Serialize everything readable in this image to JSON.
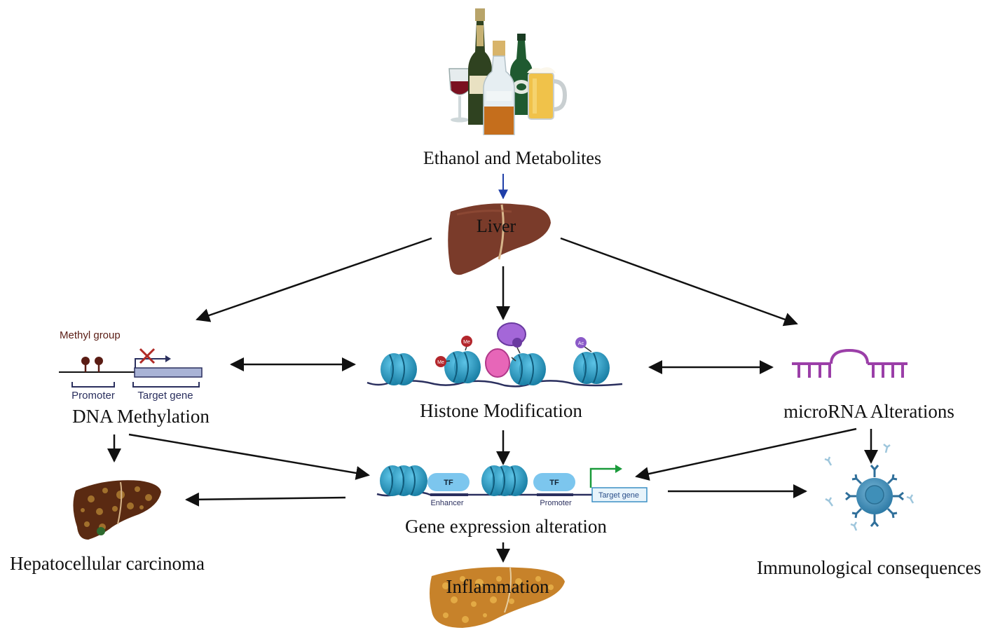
{
  "nodes": {
    "ethanol": "Ethanol and Metabolites",
    "liver": "Liver",
    "dna_methylation": "DNA Methylation",
    "histone_modification": "Histone Modification",
    "microrna": "microRNA Alterations",
    "gene_expression": "Gene expression alteration",
    "hcc": "Hepatocellular carcinoma",
    "inflammation": "Inflammation",
    "immunological": "Immunological consequences"
  },
  "dna_icon": {
    "methyl_group": "Methyl group",
    "promoter": "Promoter",
    "target_gene": "Target gene"
  },
  "histone_icon": {
    "me": "Me",
    "ac": "Ac"
  },
  "gene_icon": {
    "tf": "TF",
    "enhancer": "Enhancer",
    "promoter": "Promoter",
    "target_gene": "Target gene"
  },
  "colors": {
    "liver": "#7a3b2a",
    "nucleosome": "#1e8fb8",
    "dna_strand": "#2a2f5e",
    "microrna": "#9b3fa8",
    "tf": "#7cc6ee",
    "arrow": "#111111",
    "arrow_blue": "#1f3fa8",
    "inflamed_liver": "#c7822a",
    "hcc_liver": "#5a2a12"
  }
}
